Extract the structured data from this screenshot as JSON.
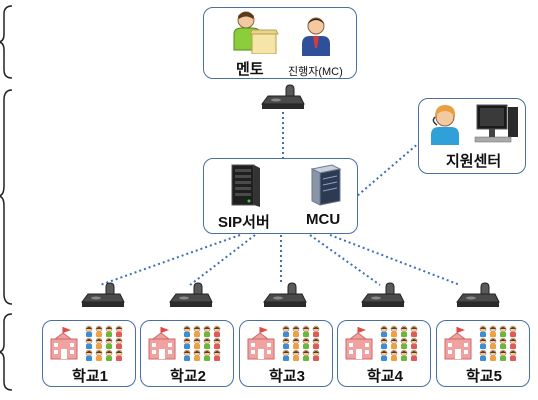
{
  "nodes": {
    "mentor_label": "멘토",
    "host_label": "진행자(MC)",
    "support_label": "지원센터",
    "sip_label": "SIP서버",
    "mcu_label": "MCU"
  },
  "schools": [
    {
      "label": "학교1"
    },
    {
      "label": "학교2"
    },
    {
      "label": "학교3"
    },
    {
      "label": "학교4"
    },
    {
      "label": "학교5"
    }
  ],
  "colors": {
    "box_border": "#4a6fa5",
    "link_line": "#3e6fb5",
    "bracket": "#222222",
    "school_building": "#f2a1a1",
    "device_body": "#3a3a3a"
  },
  "icons": [
    "presenter-icon",
    "podium-icon",
    "person-icon",
    "video-device-icon",
    "server-icon",
    "mcu-icon",
    "operator-icon",
    "computer-icon",
    "school-building-icon",
    "students-icon"
  ]
}
